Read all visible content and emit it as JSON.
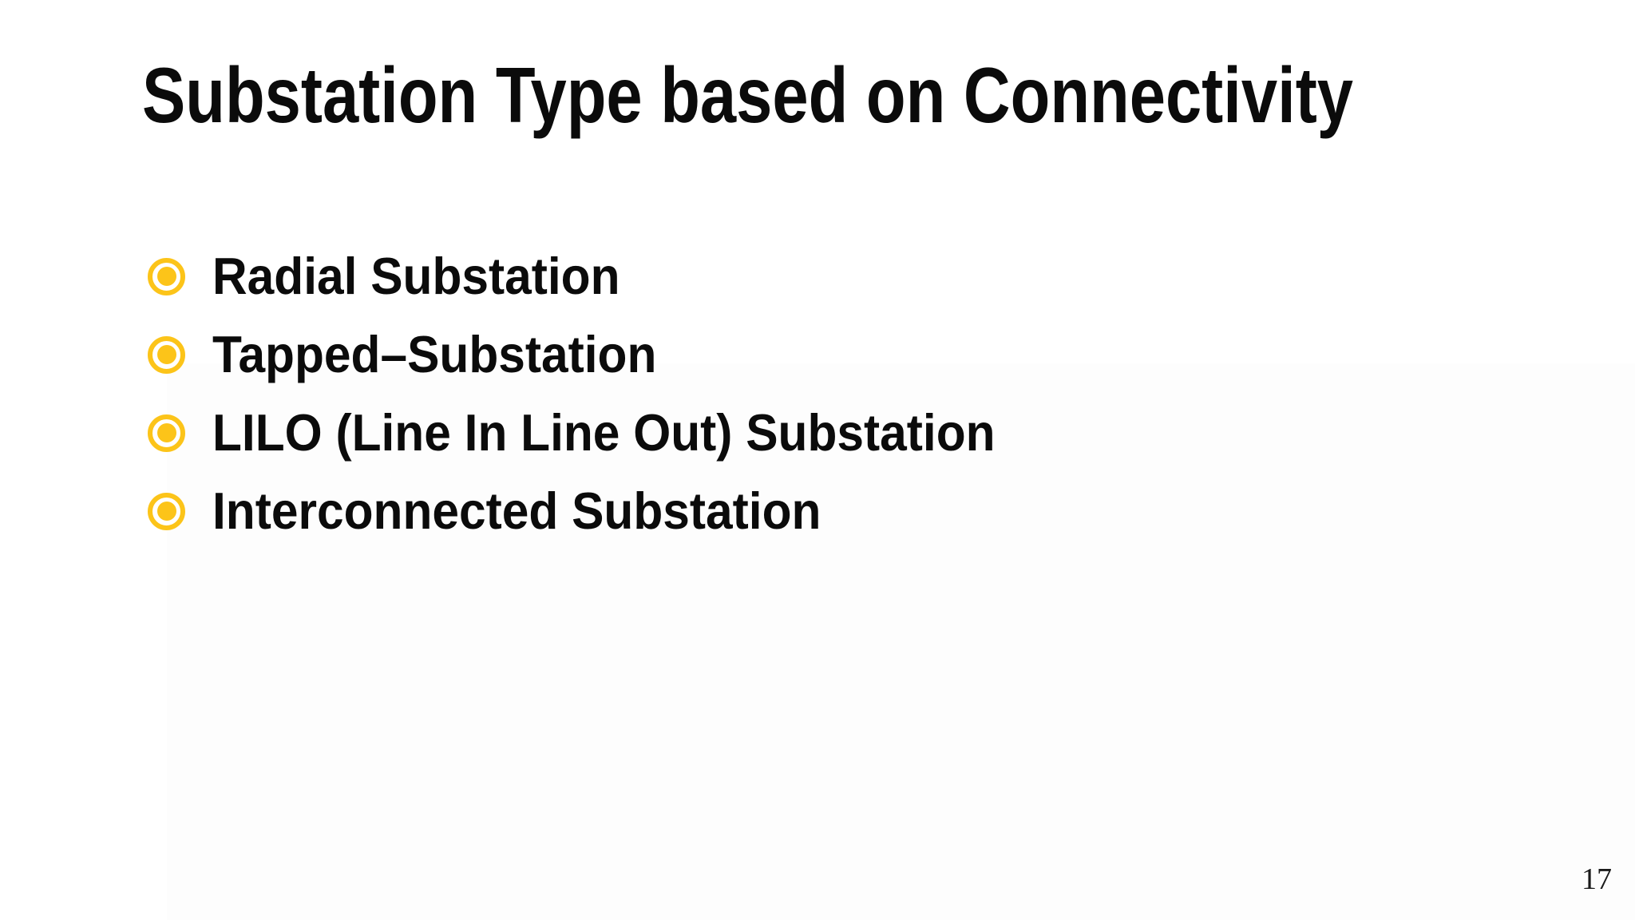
{
  "slide": {
    "title": "Substation Type based on Connectivity",
    "bullets": {
      "items": [
        {
          "label": "Radial Substation"
        },
        {
          "label": "Tapped–Substation"
        },
        {
          "label": "LILO (Line In Line Out) Substation"
        },
        {
          "label": "Interconnected Substation"
        }
      ]
    },
    "page_number": "17"
  },
  "icons": {
    "bullet": "target-bullet-icon"
  },
  "colors": {
    "accent_gold": "#fcc419",
    "text": "#0b0b0b",
    "page_number_text": "#1a1a1a",
    "background": "#ffffff"
  }
}
